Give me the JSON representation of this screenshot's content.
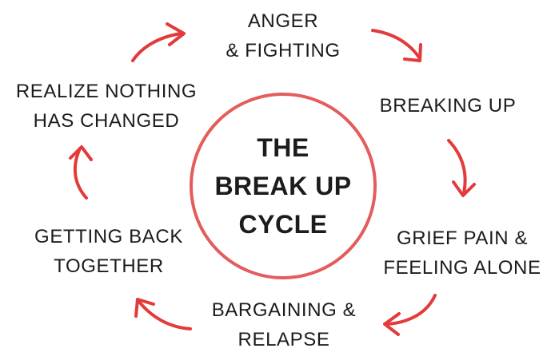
{
  "center": {
    "title_lines": [
      "THE",
      "BREAK UP",
      "CYCLE"
    ]
  },
  "stages": [
    {
      "id": "anger",
      "lines": [
        "ANGER",
        "& FIGHTING"
      ]
    },
    {
      "id": "breaking-up",
      "lines": [
        "BREAKING UP"
      ]
    },
    {
      "id": "grief",
      "lines": [
        "GRIEF PAIN &",
        "FEELING ALONE"
      ]
    },
    {
      "id": "bargaining",
      "lines": [
        "BARGAINING &",
        "RELAPSE"
      ]
    },
    {
      "id": "getting-back",
      "lines": [
        "GETTING BACK",
        "TOGETHER"
      ]
    },
    {
      "id": "realize",
      "lines": [
        "REALIZE NOTHING",
        "HAS CHANGED"
      ]
    }
  ],
  "colors": {
    "accent": "#e33b3b",
    "circle_border": "#e35d5d",
    "text": "#1c1c1c"
  },
  "icons": {
    "arrow": "curved-arrow-icon"
  }
}
